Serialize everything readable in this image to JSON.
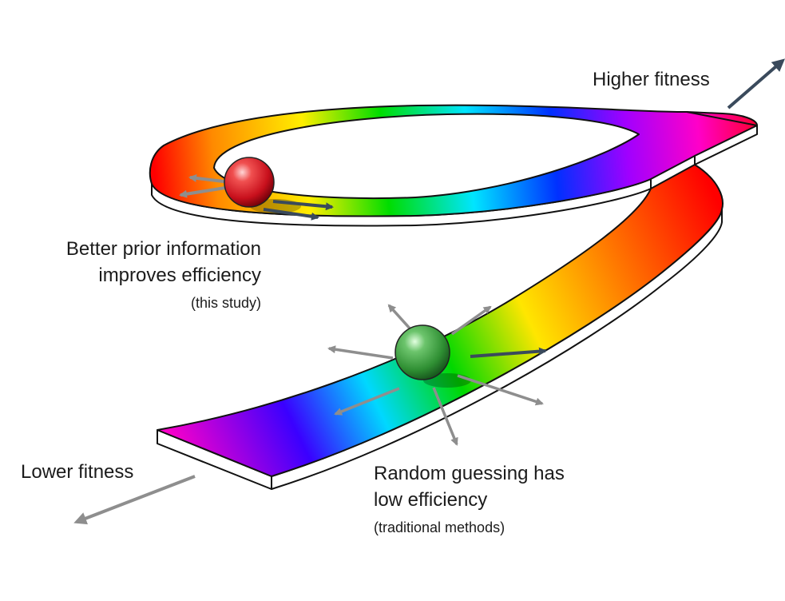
{
  "labels": {
    "higher_fitness": "Higher fitness",
    "lower_fitness": "Lower fitness",
    "prior_line1": "Better prior information",
    "prior_line2": "improves efficiency",
    "prior_note": "(this study)",
    "random_line1": "Random guessing has",
    "random_line2": "low efficiency",
    "random_note": "(traditional methods)"
  },
  "colors": {
    "text": "#1b1b1b",
    "dark_arrow": "#3a4a5c",
    "grey_arrow": "#8e8e8e",
    "red_ball": "#d41e2a",
    "green_ball": "#3a9a3c",
    "outline": "#111111",
    "ribbon_side": "#ffffff",
    "rainbow": [
      "#ff0000",
      "#ff8800",
      "#ffee00",
      "#00dd00",
      "#00e5ff",
      "#0030ff",
      "#9a00ff",
      "#ff00d0",
      "#ff0030"
    ]
  },
  "icons": {
    "fitness_ribbon": "spiral-ribbon",
    "red_ball": "sphere",
    "green_ball": "sphere",
    "arrows": "arrow"
  }
}
